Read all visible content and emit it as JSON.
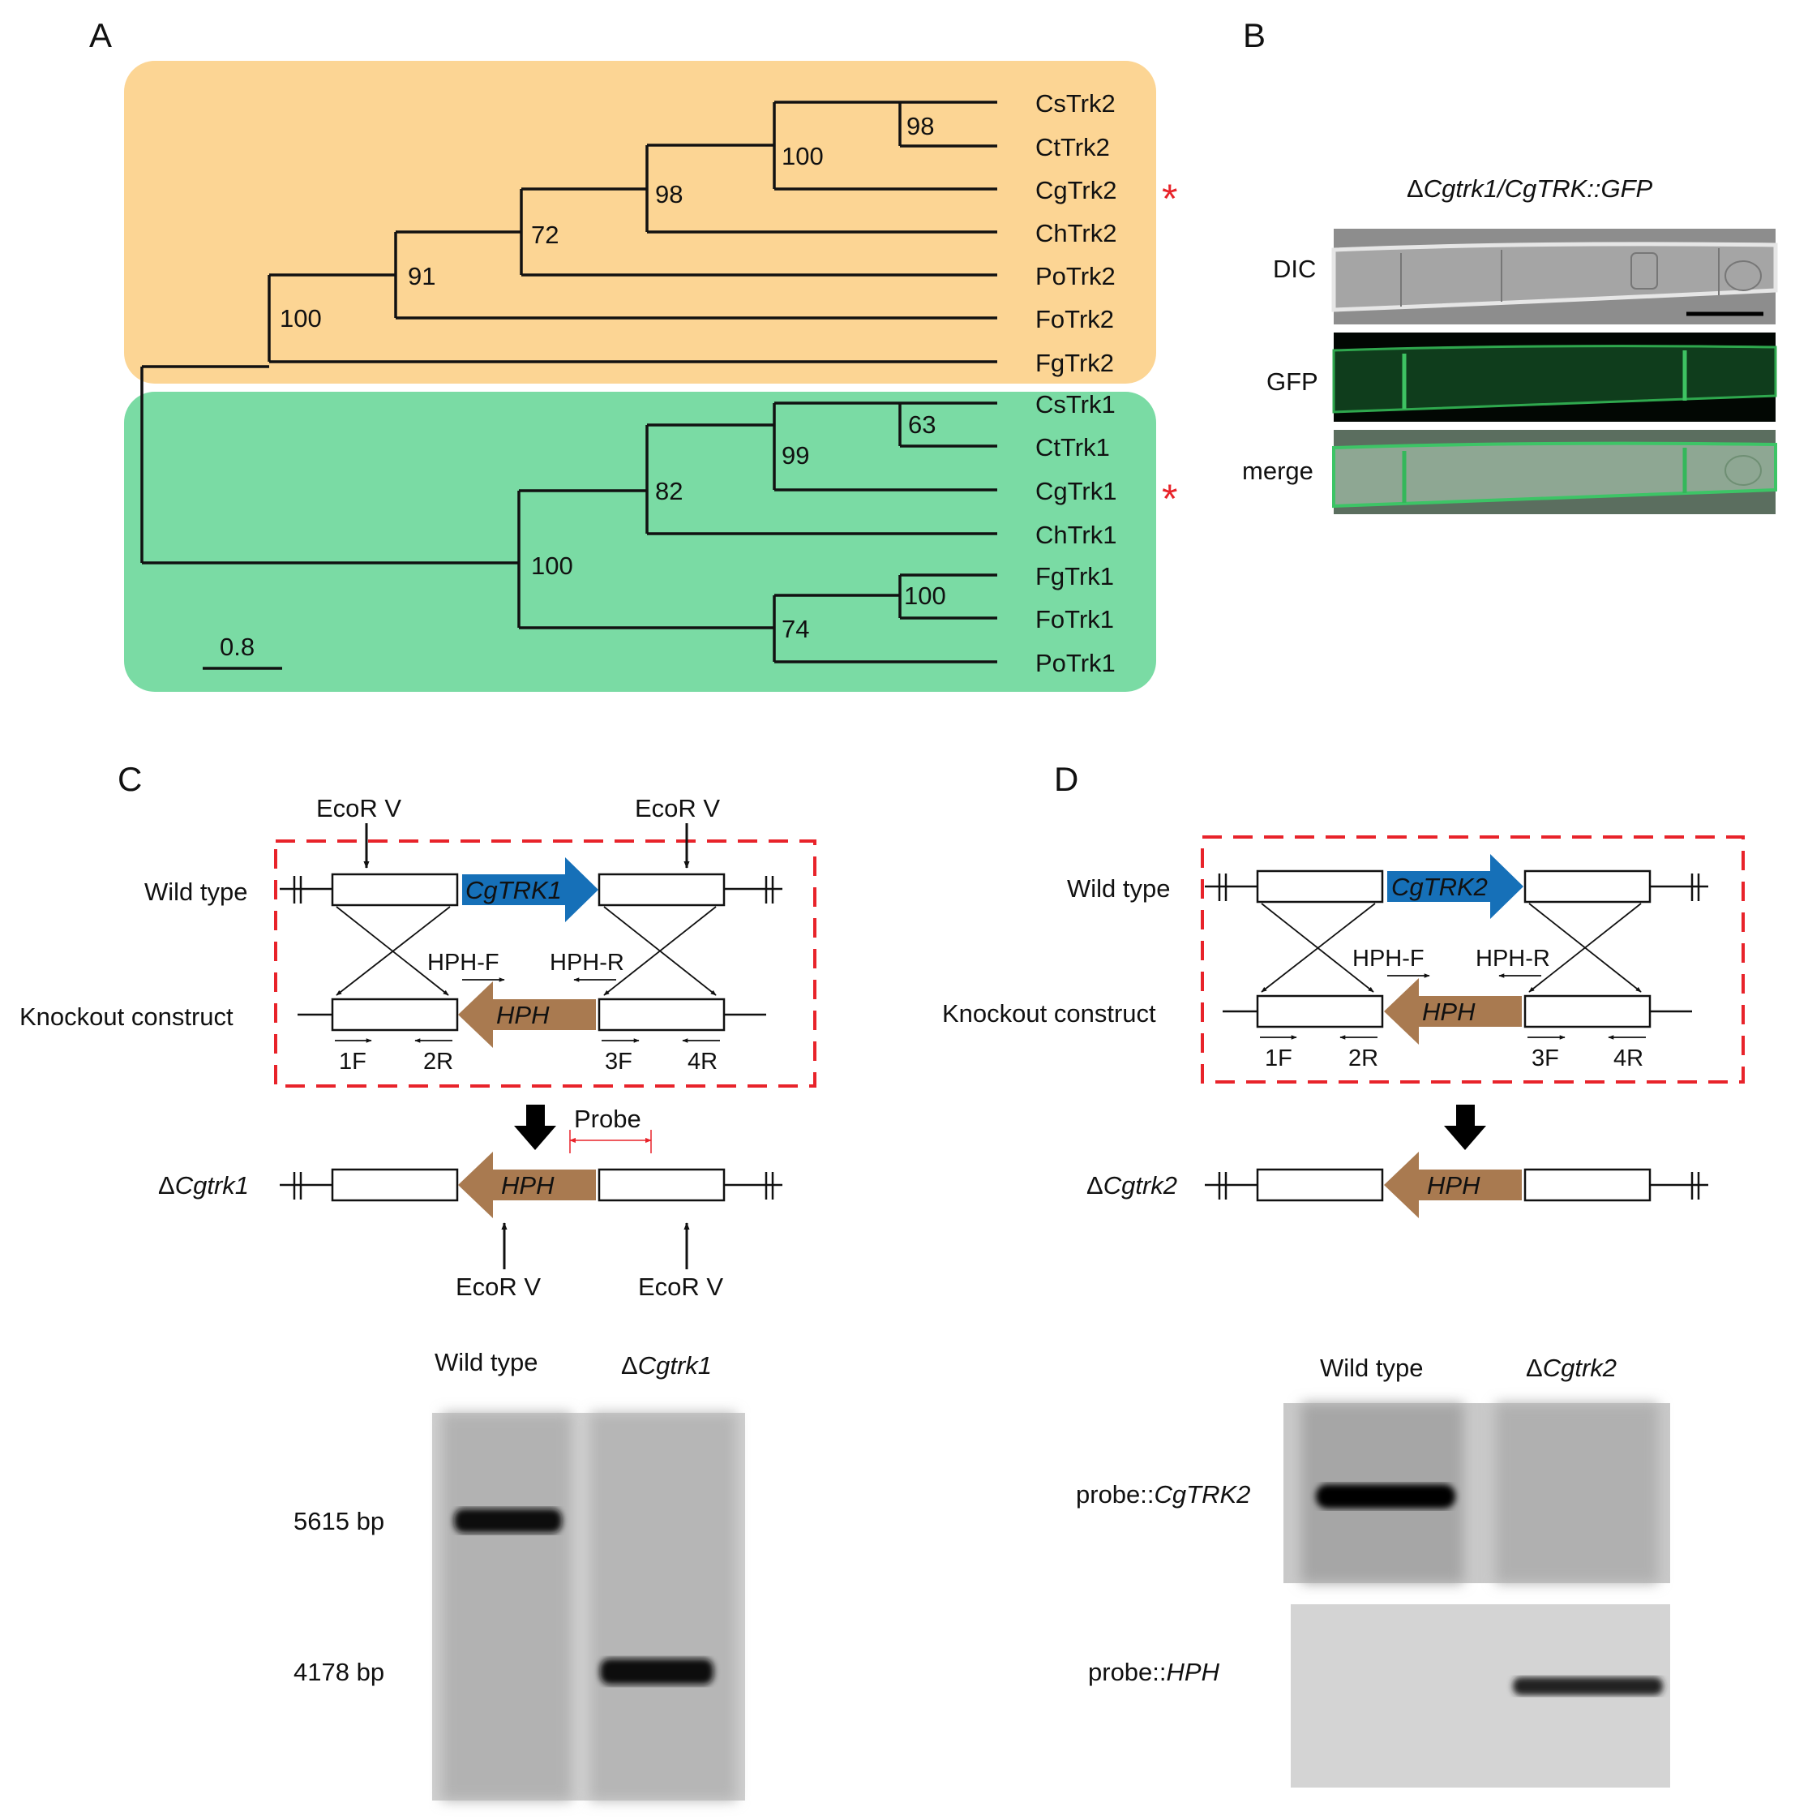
{
  "panels": {
    "a": "A",
    "b": "B",
    "c": "C",
    "d": "D"
  },
  "tree": {
    "scale_label": "0.8",
    "star": "*",
    "taxa": [
      "CsTrk2",
      "CtTrk2",
      "CgTrk2",
      "ChTrk2",
      "PoTrk2",
      "FoTrk2",
      "FgTrk2",
      "CsTrk1",
      "CtTrk1",
      "CgTrk1",
      "ChTrk1",
      "FgTrk1",
      "FoTrk1",
      "PoTrk1"
    ],
    "bootstrap": [
      "98",
      "100",
      "98",
      "72",
      "91",
      "100",
      "63",
      "99",
      "82",
      "100",
      "100",
      "74"
    ],
    "clade_colors": {
      "trk2": "#fcd594",
      "trk1": "#7adba4"
    }
  },
  "microscopy": {
    "title_prefix": "Δ",
    "title_italic": "Cgtrk1/CgTRK::GFP",
    "rows": [
      "DIC",
      "GFP",
      "merge"
    ]
  },
  "panel_c": {
    "wild_type": "Wild type",
    "knockout": "Knockout construct",
    "mutant_delta": "Δ",
    "mutant_italic": "Cgtrk1",
    "gene": "CgTRK1",
    "marker": "HPH",
    "enzyme": "EcoR V",
    "probe": "Probe",
    "primers": {
      "hph_f": "HPH-F",
      "hph_r": "HPH-R",
      "p1": "1F",
      "p2": "2R",
      "p3": "3F",
      "p4": "4R"
    },
    "blot_wt": "Wild type",
    "blot_mut_delta": "Δ",
    "blot_mut_italic": "Cgtrk1",
    "size1": "5615 bp",
    "size2": "4178 bp"
  },
  "panel_d": {
    "wild_type": "Wild type",
    "knockout": "Knockout construct",
    "mutant_delta": "Δ",
    "mutant_italic": "Cgtrk2",
    "gene": "CgTRK2",
    "marker": "HPH",
    "primers": {
      "hph_f": "HPH-F",
      "hph_r": "HPH-R",
      "p1": "1F",
      "p2": "2R",
      "p3": "3F",
      "p4": "4R"
    },
    "blot_wt": "Wild type",
    "blot_mut_delta": "Δ",
    "blot_mut_italic": "Cgtrk2",
    "probe1_prefix": "probe::",
    "probe1_italic": "CgTRK2",
    "probe2_prefix": "probe::",
    "probe2_italic": "HPH"
  },
  "colors": {
    "gene_blue": "#1670b8",
    "hph_brown": "#a97a50",
    "dash_red": "#e8232a",
    "star_red": "#e8232a",
    "gfp_green": "#1fa444"
  }
}
